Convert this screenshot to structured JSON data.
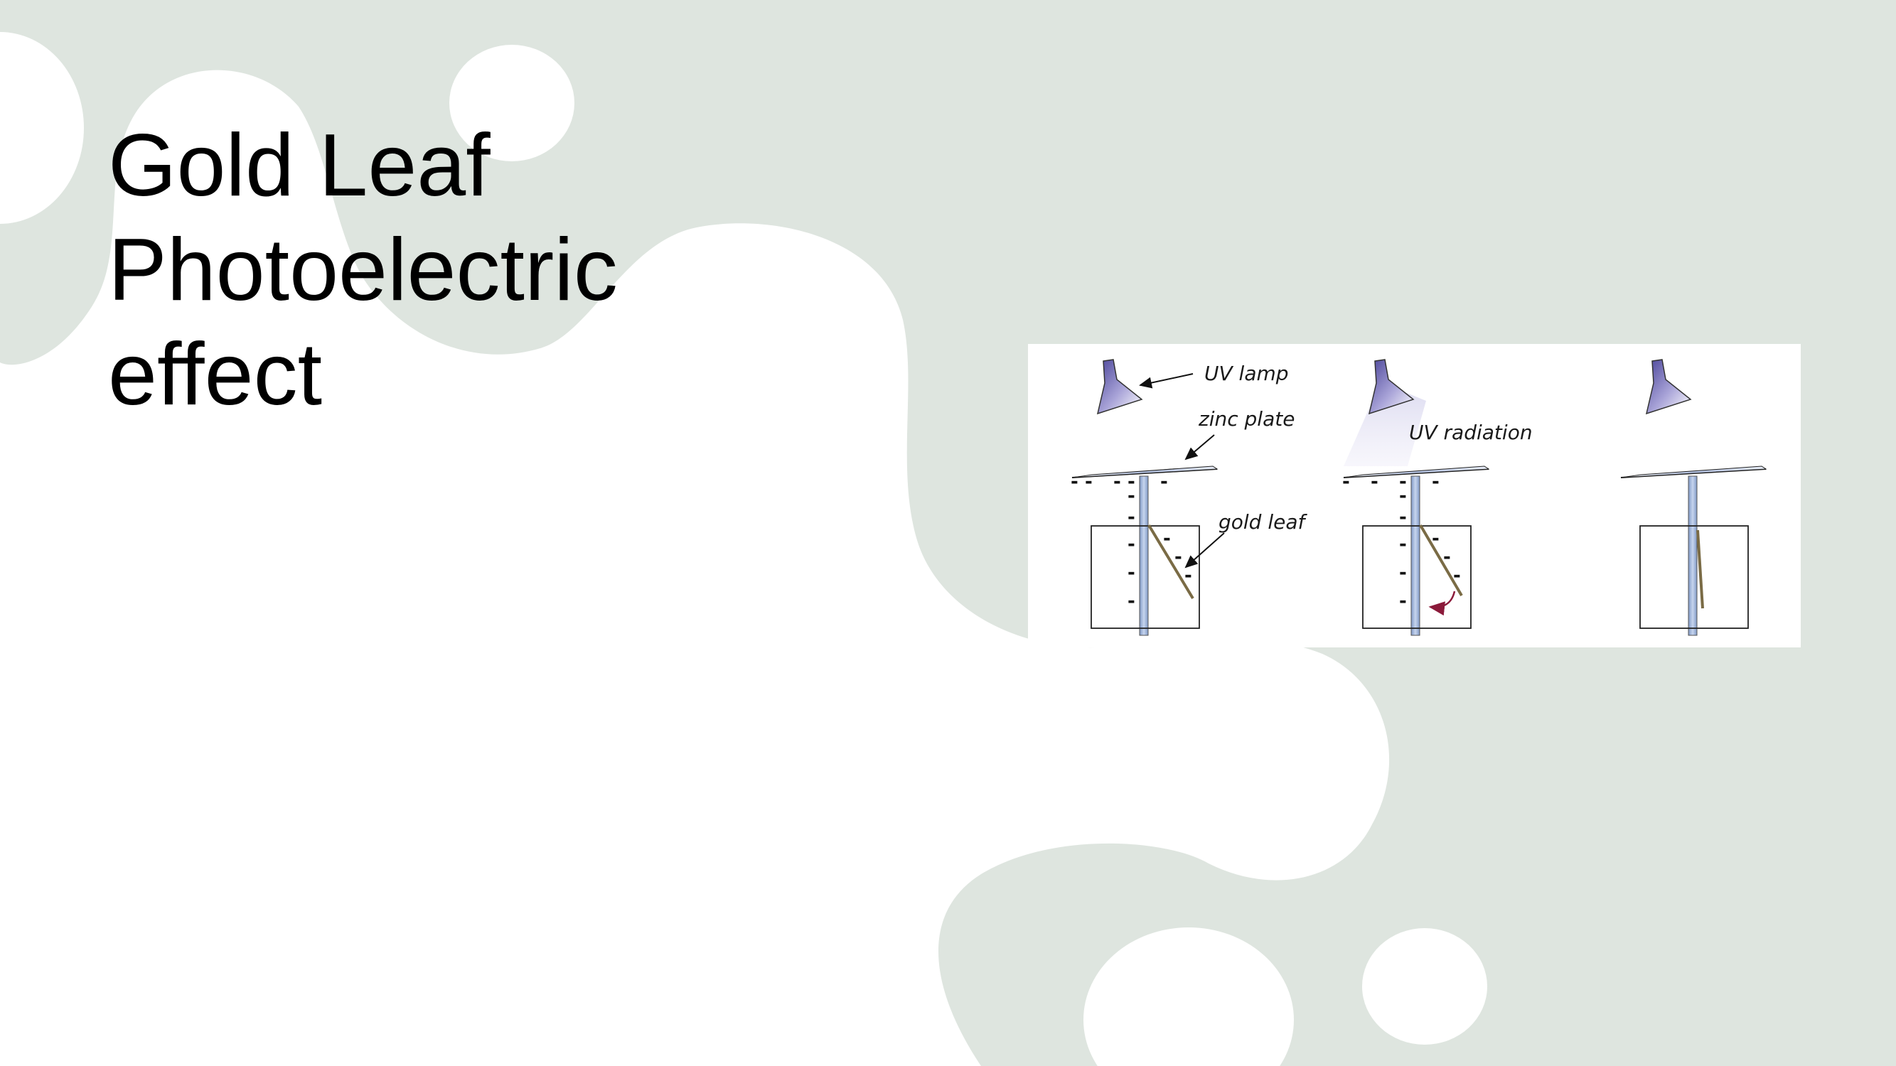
{
  "slide": {
    "title_lines": [
      "Gold Leaf",
      "Photoelectric",
      "effect"
    ],
    "colors": {
      "background_blob": "#dee5df",
      "page": "#ffffff",
      "title_text": "#000000"
    }
  },
  "figure": {
    "labels": {
      "uv_lamp": "UV lamp",
      "zinc_plate": "zinc plate",
      "gold_leaf": "gold leaf",
      "uv_radiation": "UV radiation"
    },
    "charge_symbol": "-",
    "panels": [
      "charged electroscope",
      "electroscope under UV radiation",
      "discharged electroscope"
    ],
    "colors": {
      "lamp": "#6b64b3",
      "rod": "#9eb4da",
      "arrow_red": "#8b1a3a",
      "radiation": "#e4e4f3"
    }
  }
}
